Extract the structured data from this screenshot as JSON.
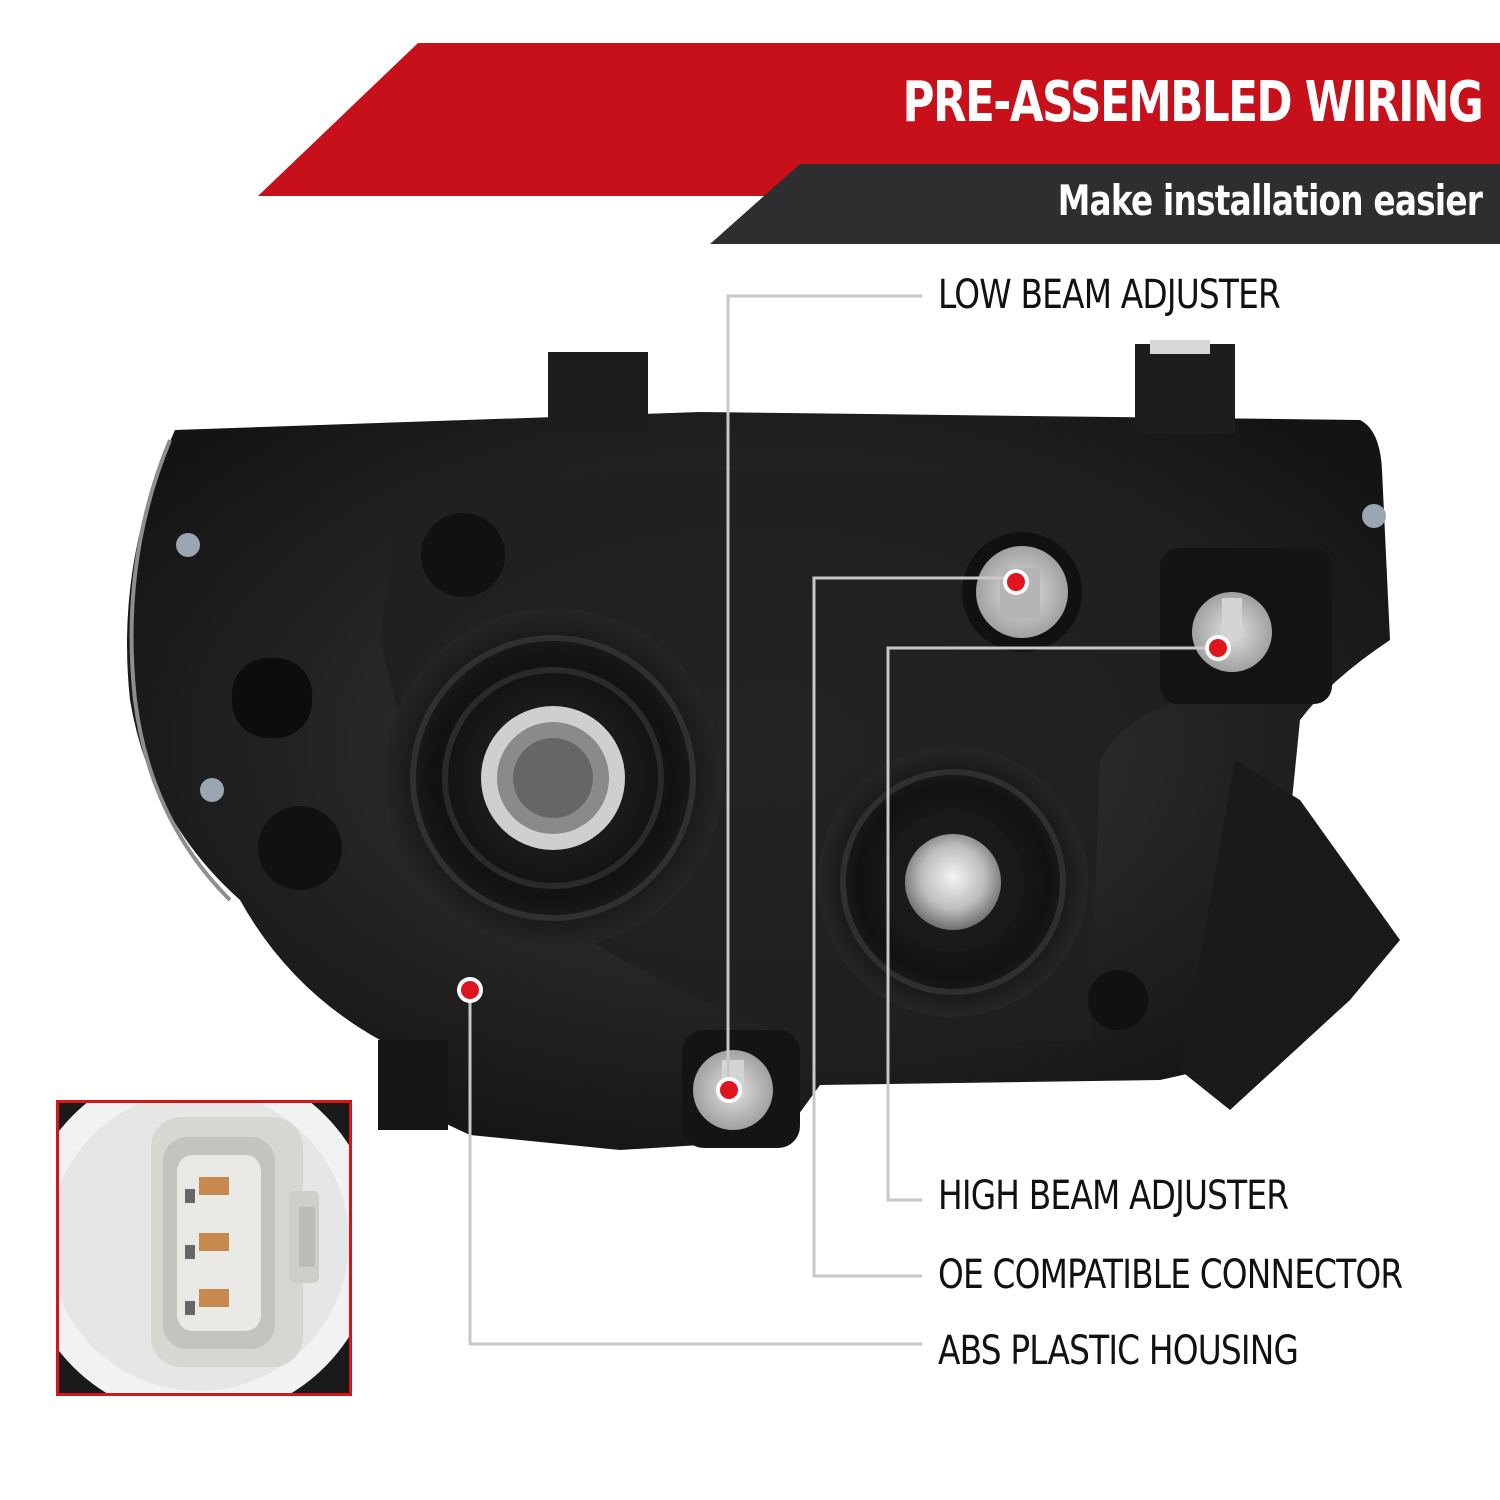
{
  "banner": {
    "title": "PRE-ASSEMBLED WIRING",
    "subtitle": "Make installation easier",
    "colors": {
      "red": "#c8101a",
      "dark": "#2e2e30",
      "text": "#ffffff"
    }
  },
  "callouts": {
    "low_beam": "LOW BEAM ADJUSTER",
    "high_beam": "HIGH BEAM ADJUSTER",
    "connector": "OE COMPATIBLE CONNECTOR",
    "housing": "ABS PLASTIC HOUSING",
    "dot_color": "#e0141c",
    "line_color": "#c8c8c8"
  },
  "inset": {
    "subject": "connector-closeup",
    "border_color": "#d6151b"
  }
}
